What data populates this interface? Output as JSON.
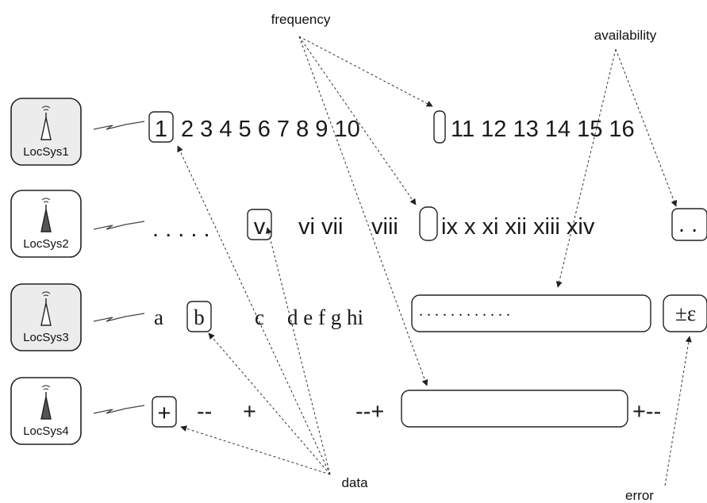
{
  "annotations": {
    "frequency": "frequency",
    "availability": "availability",
    "data": "data",
    "error": "error"
  },
  "devices": [
    {
      "label": "LocSys1",
      "shaded": true,
      "antenna_fill": "#ffffff"
    },
    {
      "label": "LocSys2",
      "shaded": false,
      "antenna_fill": "#555555"
    },
    {
      "label": "LocSys3",
      "shaded": true,
      "antenna_fill": "#ffffff"
    },
    {
      "label": "LocSys4",
      "shaded": false,
      "antenna_fill": "#555555"
    }
  ],
  "rows": {
    "row1": {
      "t1": "1",
      "t2": "2 3 4 5 6 7 8 9 10",
      "t3": "11 12 13 14 15 16"
    },
    "row2": {
      "t1": ". . . . .",
      "t2": "v",
      "t3": "vi vii",
      "t4": "viii",
      "t5": "ix x xi xii xiii xiv",
      "t6": ". ."
    },
    "row3": {
      "t1": "a",
      "t2": "b",
      "t3": "c",
      "t4": "d e f g hi",
      "t5": ". . . . . . . .      . . . .",
      "t6": "±ε"
    },
    "row4": {
      "t1": "+",
      "t2": "--",
      "t3": "+",
      "t4": "--+",
      "t5": "+--"
    }
  },
  "colors": {
    "device_fill": "#ececec",
    "ink": "#222222"
  }
}
